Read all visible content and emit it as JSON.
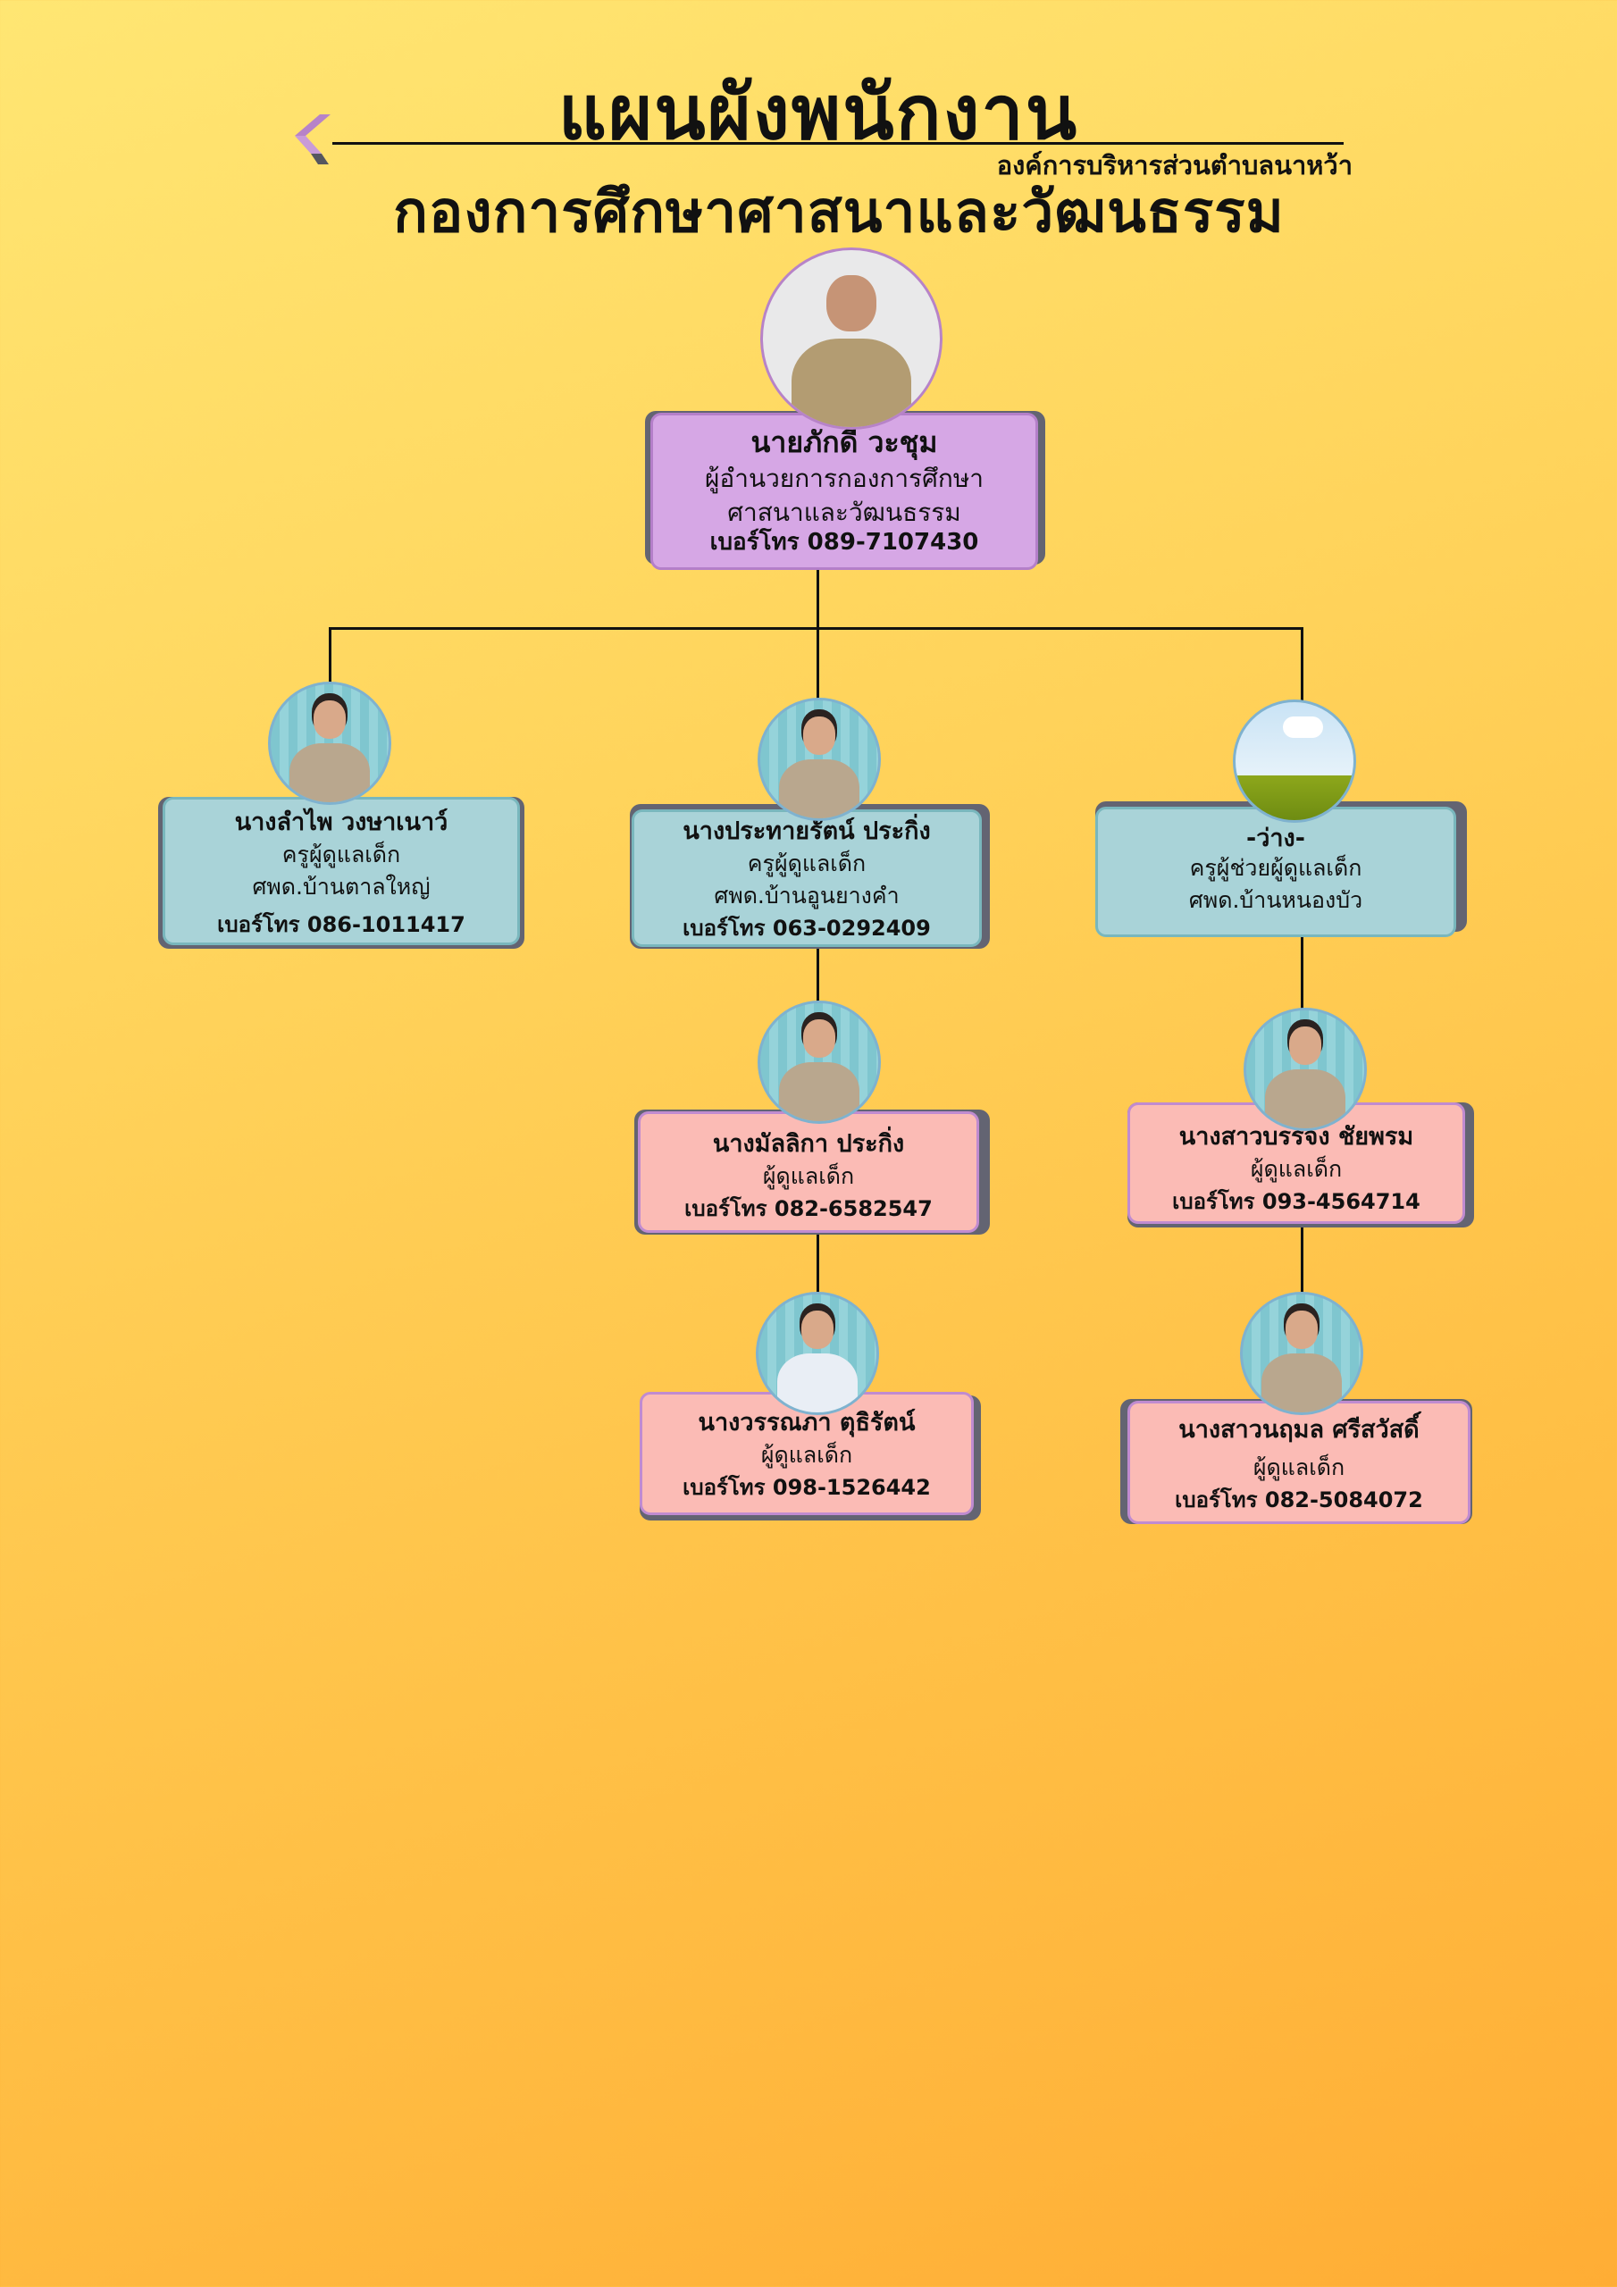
{
  "header": {
    "title": "แผนผังพนักงาน",
    "organization": "องค์การบริหารส่วนตำบลนาหว้า",
    "department": "กองการศึกษาศาสนาและวัฒนธรรม"
  },
  "colors": {
    "director_box": "#d6a7e5",
    "teacher_box": "#a9d3d8",
    "caregiver_box": "#fbbbb5",
    "shadow": "#636472"
  },
  "director": {
    "name": "นายภักดี  วะชุม",
    "position_line1": "ผู้อำนวยการกองการศึกษา",
    "position_line2": "ศาสนาและวัฒนธรรม",
    "phone": "เบอร์โทร 089-7107430"
  },
  "teachers": [
    {
      "name": "นางลำไพ  วงษาเนาว์",
      "position": "ครูผู้ดูแลเด็ก",
      "center": "ศพด.บ้านตาลใหญ่",
      "phone": "เบอร์โทร 086-1011417"
    },
    {
      "name": "นางประทายรัตน์  ประกิ่ง",
      "position": "ครูผู้ดูแลเด็ก",
      "center": "ศพด.บ้านอูนยางคำ",
      "phone": "เบอร์โทร 063-0292409"
    },
    {
      "name": "-ว่าง-",
      "position": "ครูผู้ช่วยผู้ดูแลเด็ก",
      "center": "ศพด.บ้านหนองบัว"
    }
  ],
  "caregivers": [
    {
      "name": "นางมัลลิกา  ประกิ่ง",
      "position": "ผู้ดูแลเด็ก",
      "phone": "เบอร์โทร 082-6582547"
    },
    {
      "name": "นางวรรณภา  ตุธิรัตน์",
      "position": "ผู้ดูแลเด็ก",
      "phone": "เบอร์โทร 098-1526442"
    },
    {
      "name": "นางสาวบรรจง  ชัยพรม",
      "position": "ผู้ดูแลเด็ก",
      "phone": "เบอร์โทร 093-4564714"
    },
    {
      "name": "นางสาวนฤมล  ศรีสวัสดิ์",
      "position": "ผู้ดูแลเด็ก",
      "phone": "เบอร์โทร 082-5084072"
    }
  ]
}
